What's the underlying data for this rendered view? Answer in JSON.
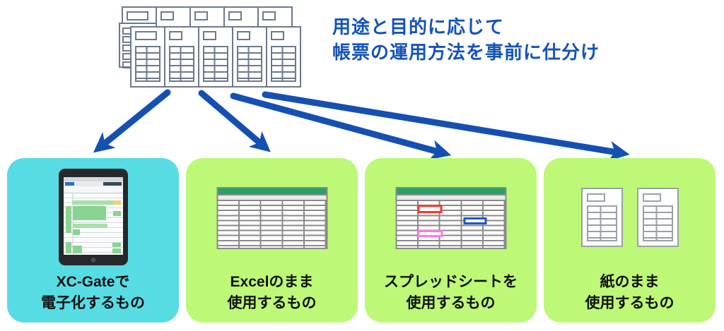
{
  "title": {
    "line1": "用途と目的に応じて",
    "line2": "帳票の運用方法を事前に仕分け"
  },
  "source": {
    "icon": "stacked-forms-icon"
  },
  "boxes": [
    {
      "id": "xc-gate",
      "icon": "tablet-digital-form-icon",
      "label_line1": "XC-Gateで",
      "label_line2": "電子化するもの"
    },
    {
      "id": "excel",
      "icon": "excel-spreadsheet-icon",
      "label_line1": "Excelのまま",
      "label_line2": "使用するもの"
    },
    {
      "id": "spreadsheet",
      "icon": "spreadsheet-highlighted-cells-icon",
      "label_line1": "スプレッドシートを",
      "label_line2": "使用するもの"
    },
    {
      "id": "paper",
      "icon": "paper-forms-icon",
      "label_line1": "紙のまま",
      "label_line2": "使用するもの"
    }
  ],
  "colors": {
    "title-blue": "#1453B8",
    "arrow-blue": "#1450B2",
    "box-cyan": "#58DCE4",
    "box-green": "#BDF877",
    "sheet-green-bar": "#21A566",
    "sheet-border": "#8A8A8A",
    "stack-border": "#6B7A8C",
    "paper-border": "#9AA0A6",
    "cell-red": "#F23B30",
    "cell-blue": "#2257C5",
    "cell-pink": "#FF7BDC",
    "label-black": "#111111"
  }
}
